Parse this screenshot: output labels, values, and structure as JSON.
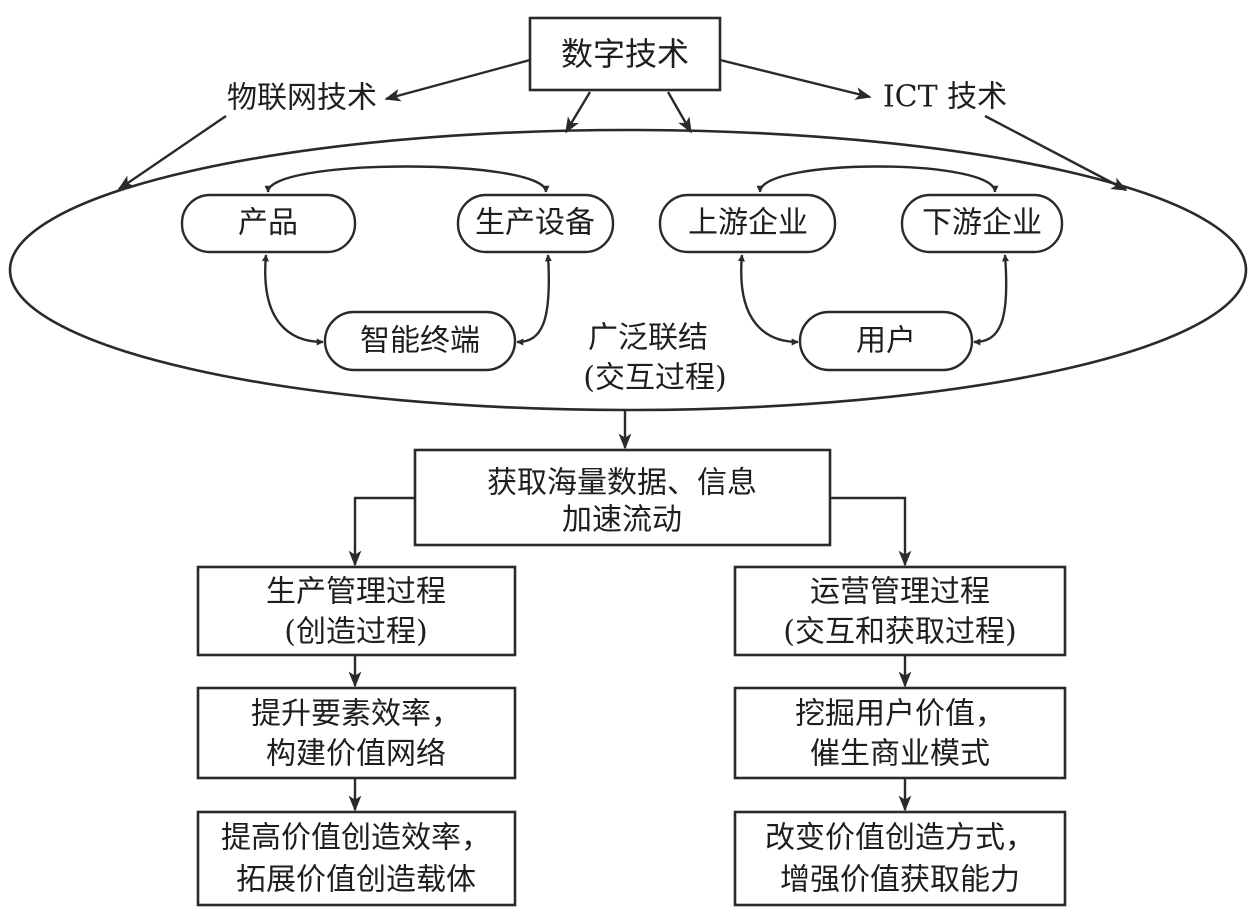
{
  "top": {
    "label": "数字技术"
  },
  "sources": {
    "left": "物联网技术",
    "right": "ICT 技术"
  },
  "network": {
    "nodes": {
      "product": "产品",
      "equipment": "生产设备",
      "upstream": "上游企业",
      "downstream": "下游企业",
      "terminal": "智能终端",
      "user": "用户"
    },
    "caption": [
      "广泛联结",
      "(交互过程)"
    ]
  },
  "data_box": [
    "获取海量数据、信息",
    "加速流动"
  ],
  "left_branch": [
    [
      "生产管理过程",
      "(创造过程)"
    ],
    [
      "提升要素效率，",
      "构建价值网络"
    ],
    [
      "提高价值创造效率，",
      "拓展价值创造载体"
    ]
  ],
  "right_branch": [
    [
      "运营管理过程",
      "(交互和获取过程)"
    ],
    [
      "挖掘用户价值，",
      "催生商业模式"
    ],
    [
      "改变价值创造方式，",
      "增强价值获取能力"
    ]
  ],
  "colors": {
    "stroke": "#2a2a2a",
    "background": "#ffffff"
  }
}
